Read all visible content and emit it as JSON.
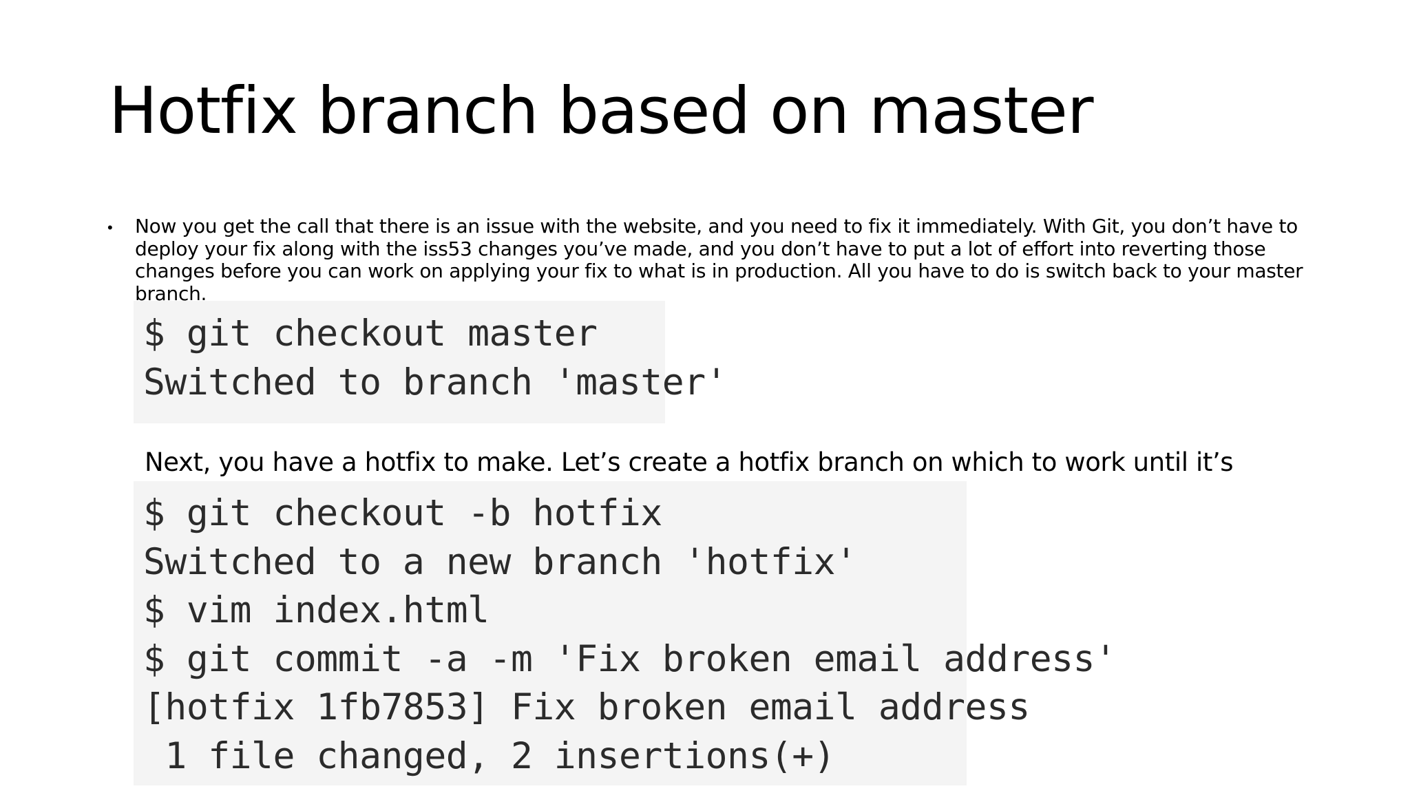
{
  "slide": {
    "title": "Hotfix branch based on master",
    "bullet": {
      "marker": "•",
      "text": "Now you get the call that there is an issue with the website, and you need to fix it immediately. With Git, you don’t have to deploy your fix along with the iss53 changes you’ve made, and you don’t have to put a lot of effort into reverting those changes before you can work on applying your fix to what is in production. All you have to do is switch back to your master branch."
    },
    "code_block_1": {
      "lines": [
        "$ git checkout master",
        "Switched to branch 'master'"
      ]
    },
    "mid_text": "Next, you have a hotfix to make. Let’s create a hotfix branch on which to work until it’s",
    "code_block_2": {
      "lines": [
        "$ git checkout -b hotfix",
        "Switched to a new branch 'hotfix'",
        "$ vim index.html",
        "$ git commit -a -m 'Fix broken email address'",
        "[hotfix 1fb7853] Fix broken email address",
        " 1 file changed, 2 insertions(+)"
      ]
    },
    "colors": {
      "background": "#ffffff",
      "text": "#000000",
      "code_background": "#f4f4f4",
      "code_text": "#2b2b2b"
    }
  }
}
